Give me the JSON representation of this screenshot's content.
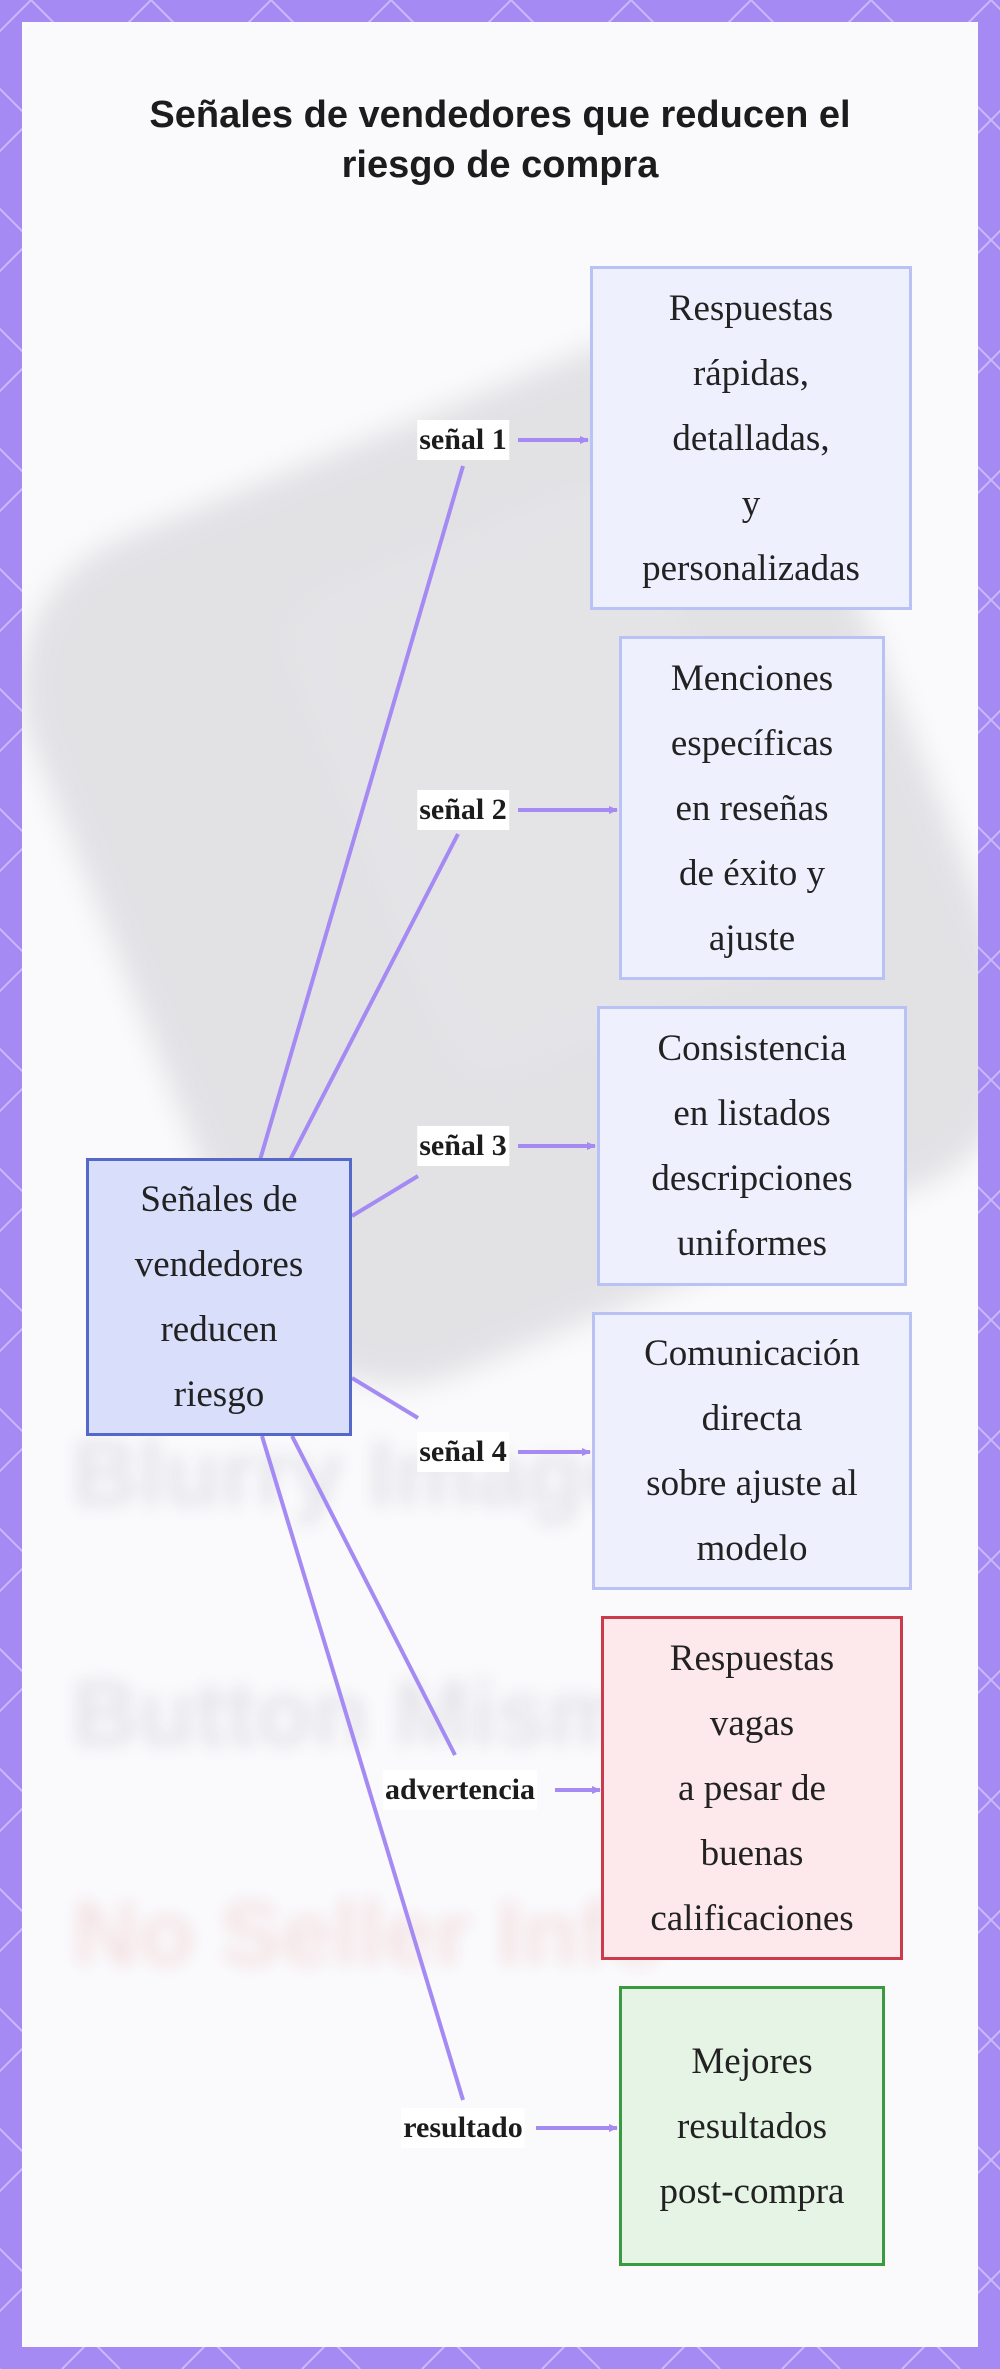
{
  "title": [
    "Señales de vendedores que reducen el",
    "riesgo de compra"
  ],
  "central": [
    "Señales de",
    "vendedores",
    "reducen",
    "riesgo"
  ],
  "branches": [
    {
      "label": "señal 1",
      "text": [
        "Respuestas",
        "rápidas,",
        "detalladas,",
        "y",
        "personalizadas"
      ],
      "style": "blue"
    },
    {
      "label": "señal 2",
      "text": [
        "Menciones",
        "específicas",
        "en reseñas",
        "de éxito y",
        "ajuste"
      ],
      "style": "blue"
    },
    {
      "label": "señal 3",
      "text": [
        "Consistencia",
        "en listados",
        "descripciones",
        "uniformes"
      ],
      "style": "blue"
    },
    {
      "label": "señal 4",
      "text": [
        "Comunicación",
        "directa",
        "sobre ajuste al",
        "modelo"
      ],
      "style": "blue"
    },
    {
      "label": "advertencia",
      "text": [
        "Respuestas",
        "vagas",
        "a pesar de",
        "buenas",
        "calificaciones"
      ],
      "style": "red"
    },
    {
      "label": "resultado",
      "text": [
        "Mejores",
        "resultados",
        "post-compra"
      ],
      "style": "green"
    }
  ],
  "background_text": [
    "Blurry Images",
    "Button Mism",
    "No Seller Info"
  ],
  "colors": {
    "frame": "#a48af2",
    "edge": "#a48af2",
    "blue_fill": "#eef0fd",
    "blue_border": "#b9c2f4",
    "central_fill": "#d9dffb",
    "central_border": "#5468c9",
    "red_border": "#cc3a4c",
    "green_border": "#3a9a3f"
  }
}
